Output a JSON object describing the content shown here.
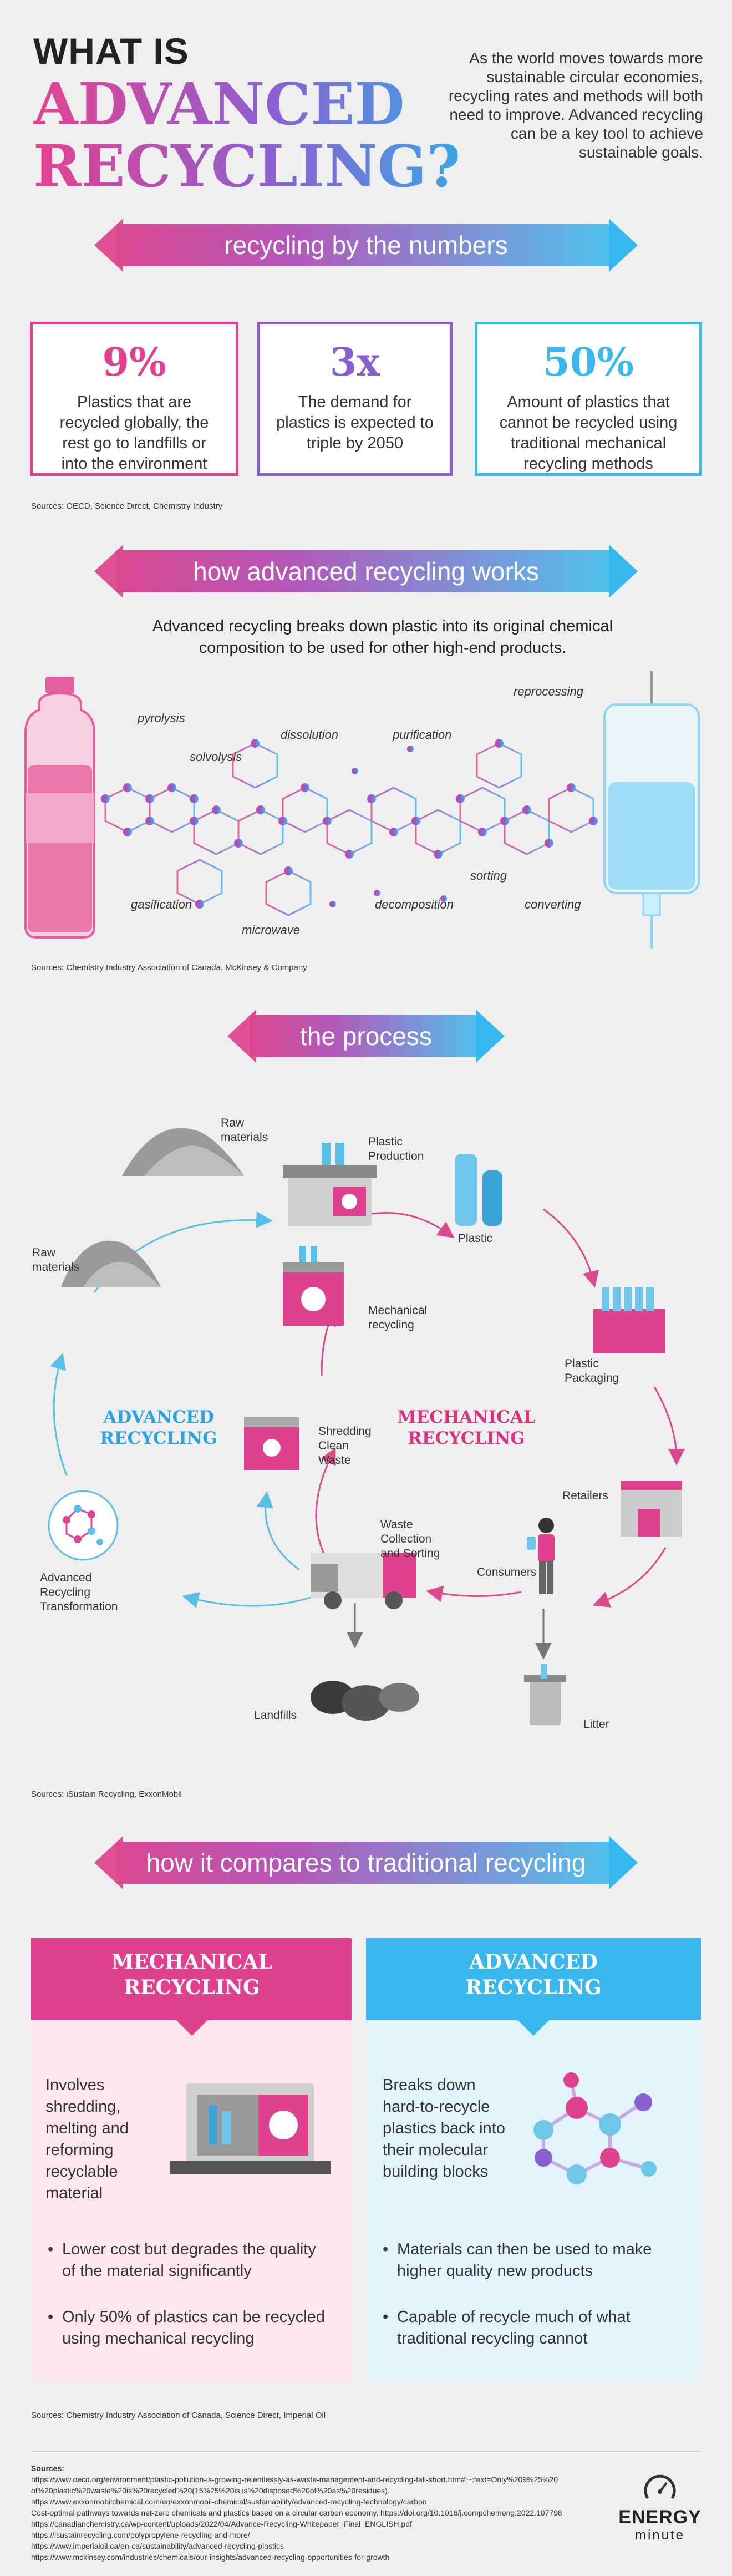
{
  "header": {
    "title_line1": "WHAT IS",
    "title_line2": "ADVANCED",
    "title_line3": "RECYCLING?",
    "intro": "As the world moves towards more sustainable circular economies, recycling rates and methods will both need to improve. Advanced recycling can be a key tool to achieve sustainable goals."
  },
  "section1": {
    "title": "recycling by the numbers",
    "stats": [
      {
        "value": "9%",
        "desc": "Plastics that are recycled globally, the rest go to landfills or into the environment"
      },
      {
        "value": "3x",
        "desc": "The demand for plastics is expected to triple by 2050"
      },
      {
        "value": "50%",
        "desc": "Amount of plastics that cannot be recycled using traditional mechanical recycling methods"
      }
    ],
    "sources": "Sources: OECD, Science Direct, Chemistry Industry"
  },
  "section2": {
    "title": "how advanced recycling works",
    "intro": "Advanced recycling breaks down plastic into its original chemical composition to be used for other high-end products.",
    "labels": {
      "pyrolysis": "pyrolysis",
      "solvolysis": "solvolysis",
      "dissolution": "dissolution",
      "purification": "purification",
      "reprocessing": "reprocessing",
      "gasification": "gasification",
      "microwave": "microwave",
      "decomposition": "decomposition",
      "sorting": "sorting",
      "converting": "converting"
    },
    "sources": "Sources: Chemistry Industry Association of Canada, McKinsey & Company"
  },
  "section3": {
    "title": "the process",
    "advanced_label": "ADVANCED RECYCLING",
    "mechanical_label": "MECHANICAL RECYCLING",
    "nodes": {
      "raw_top": "Raw materials",
      "plastic_production": "Plastic Production",
      "plastic": "Plastic",
      "raw_left": "Raw materials",
      "mech_recycling": "Mechanical recycling",
      "plastic_packaging": "Plastic Packaging",
      "shredding": "Shredding Clean Waste",
      "retailers": "Retailers",
      "advanced_transform": "Advanced Recycling Transformation",
      "waste_collection": "Waste Collection and Sorting",
      "consumers": "Consumers",
      "landfills": "Landfills",
      "litter": "Litter"
    },
    "sources": "Sources: iSustain Recycling, ExxonMobil"
  },
  "section4": {
    "title": "how it compares to traditional recycling",
    "mechanical": {
      "heading": "MECHANICAL RECYCLING",
      "body": "Involves shredding, melting and reforming recyclable material",
      "bullets": [
        "Lower cost but degrades the quality of the material significantly",
        "Only 50% of plastics can be recycled using mechanical recycling"
      ]
    },
    "advanced": {
      "heading": "ADVANCED RECYCLING",
      "body": "Breaks down hard-to-recycle plastics back into their molecular building blocks",
      "bullets": [
        "Materials can then be used to make higher quality new products",
        "Capable of recycle much of what traditional recycling cannot"
      ]
    },
    "sources": "Sources: Chemistry Industry Association of Canada, Science Direct, Imperial Oil"
  },
  "footer": {
    "sources_label": "Sources:",
    "source_lines": [
      "https://www.oecd.org/environment/plastic-pollution-is-growing-relentlessly-as-waste-management-and-recycling-fall-short.htm#:~:text=Only%209%25%20",
      "of%20plastic%20waste%20is%20recycled%20(15%25%20is,is%20disposed%20of%20as%20residues).",
      "https://www.exxonmobilchemical.com/en/exxonmobil-chemical/sustainability/advanced-recycling-technology/carbon",
      "Cost-optimal pathways towards net-zero chemicals and plastics based on a circular carbon economy, https://doi.org/10.1016/j.compchemeng.2022.107798",
      "https://canadianchemistry.ca/wp-content/uploads/2022/04/Advance-Recycling-Whitepaper_Final_ENGLISH.pdf",
      "https://isustainrecycling.com/polypropylene-recycling-and-more/",
      "https://www.imperialoil.ca/en-ca/sustainability/advanced-recycling-plastics",
      "https://www.mckinsey.com/industries/chemicals/our-insights/advanced-recycling-opportunities-for-growth"
    ],
    "logo_word1": "ENERGY",
    "logo_word2": "minute"
  },
  "colors": {
    "pink": "#e0418f",
    "purple": "#8a5fd0",
    "blue": "#3ab7ec"
  }
}
